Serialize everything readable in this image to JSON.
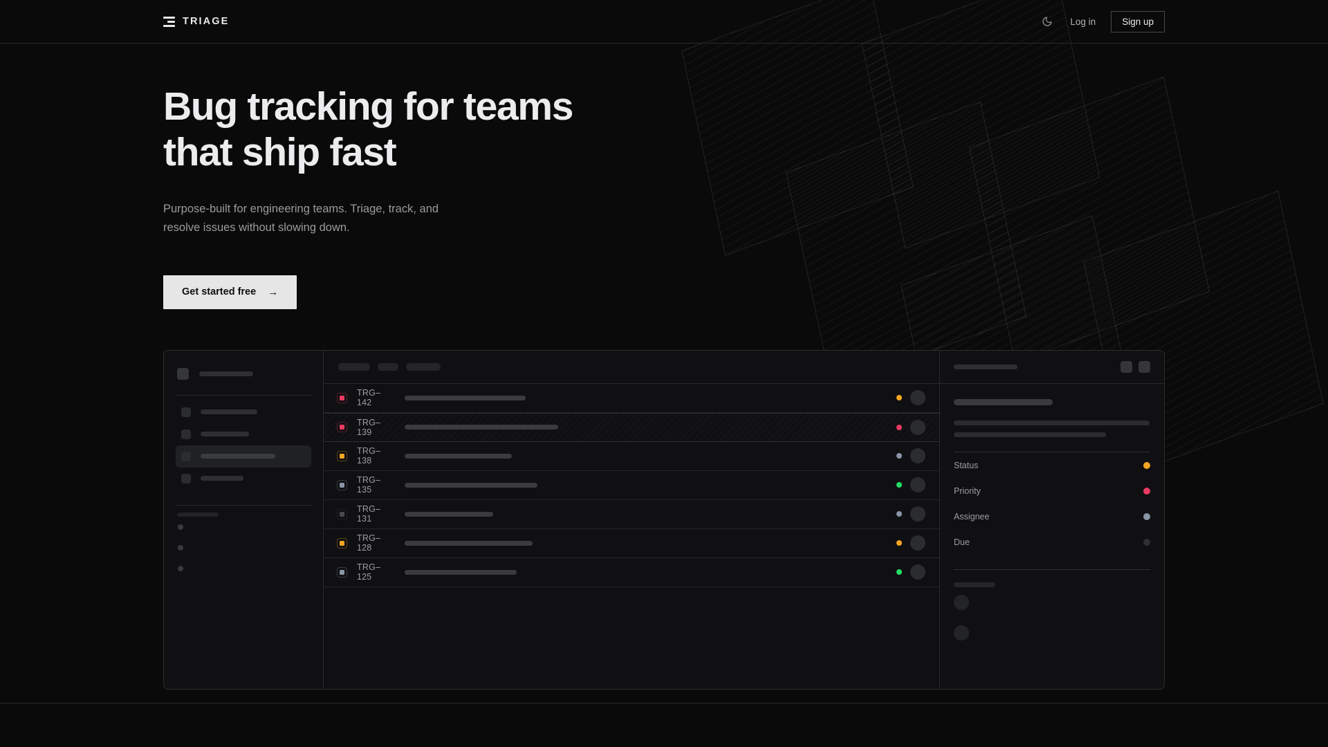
{
  "header": {
    "brand": "TRIAGE",
    "theme_toggle_icon": "moon-icon",
    "login_label": "Log in",
    "signup_label": "Sign up"
  },
  "hero": {
    "headline": "Bug tracking for teams\nthat ship fast",
    "subhead": "Purpose-built for engineering teams. Triage, track, and\nresolve issues without slowing down.",
    "cta_label": "Get started free",
    "cta_arrow": "→"
  },
  "colors": {
    "background": "#0a0a0b",
    "surface": "#101012",
    "border": "#2a2a2d",
    "text_primary": "#ececee",
    "text_muted": "#9b9b9f",
    "accent_light": "#e6e6e7",
    "status_orange": "#f5a623",
    "status_pink": "#ec3a62",
    "status_green": "#22dd66",
    "status_slate": "#8a96a6",
    "status_dim": "#3b3c40"
  },
  "mockup": {
    "sidebar": {
      "workspace_placeholder": "",
      "nav_items": [
        {
          "id": "nav-1",
          "active": false,
          "width": 82
        },
        {
          "id": "nav-2",
          "active": false,
          "width": 70
        },
        {
          "id": "nav-3",
          "active": true,
          "width": 108
        },
        {
          "id": "nav-4",
          "active": false,
          "width": 62
        }
      ],
      "section_dots": 3
    },
    "toolbar": {
      "chips": [
        46,
        30,
        50
      ]
    },
    "issue_list": {
      "rows": [
        {
          "key": "TRG–142",
          "priority": "urgent",
          "priority_color": "#ec3a62",
          "status_color": "#f5a623",
          "title_width": 175,
          "selected": false
        },
        {
          "key": "TRG–139",
          "priority": "urgent",
          "priority_color": "#ec3a62",
          "status_color": "#ec3a62",
          "title_width": 222,
          "selected": true
        },
        {
          "key": "TRG–138",
          "priority": "high",
          "priority_color": "#f5a623",
          "status_color": "#8a96a6",
          "title_width": 155,
          "selected": false
        },
        {
          "key": "TRG–135",
          "priority": "medium",
          "priority_color": "#8a96a6",
          "status_color": "#22dd66",
          "title_width": 192,
          "selected": false
        },
        {
          "key": "TRG–131",
          "priority": "low",
          "priority_color": "#4a4b4f",
          "status_color": "#8a96a6",
          "title_width": 128,
          "selected": false
        },
        {
          "key": "TRG–128",
          "priority": "high",
          "priority_color": "#f5a623",
          "status_color": "#f5a623",
          "title_width": 185,
          "selected": false
        },
        {
          "key": "TRG–125",
          "priority": "medium",
          "priority_color": "#8a96a6",
          "status_color": "#22dd66",
          "title_width": 162,
          "selected": false
        }
      ]
    },
    "detail": {
      "meta": [
        {
          "label": "Status",
          "color": "#f5a623"
        },
        {
          "label": "Priority",
          "color": "#ec3a62"
        },
        {
          "label": "Assignee",
          "color": "#8a96a6"
        },
        {
          "label": "Due",
          "color": "#2f3033"
        }
      ],
      "description_line_widths": [
        283,
        220
      ],
      "comment_count": 2
    }
  }
}
